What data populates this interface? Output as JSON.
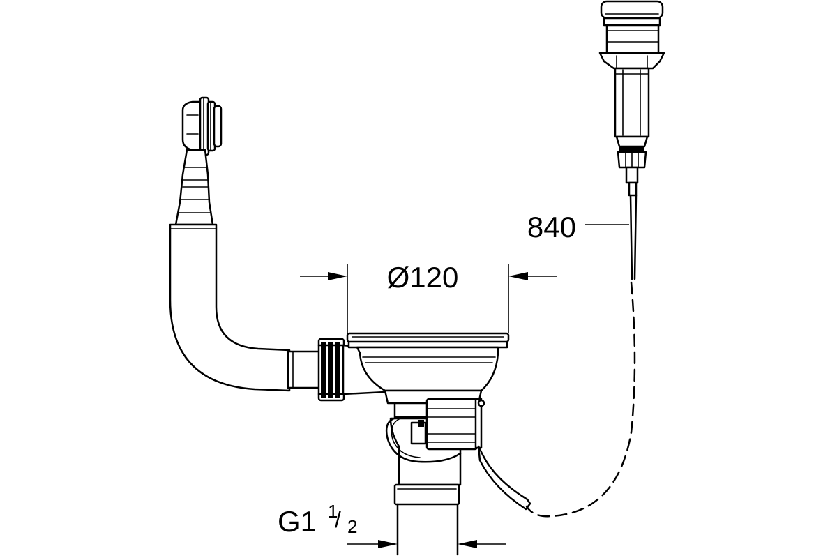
{
  "dimensions": {
    "chain_length": "840",
    "strainer_diameter": "Ø120",
    "thread_main": "G1",
    "thread_num": "1",
    "thread_den": "2"
  }
}
